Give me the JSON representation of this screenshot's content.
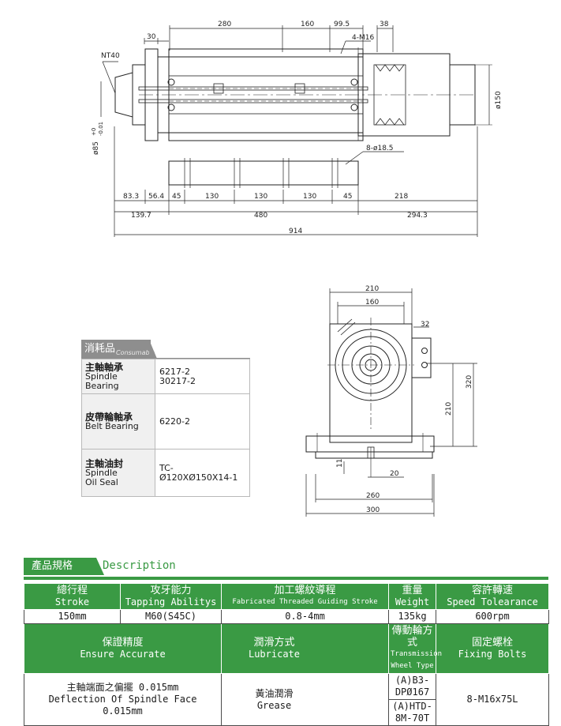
{
  "drawing_top": {
    "dims_top": [
      "280",
      "160",
      "99.5",
      "38",
      "30",
      "4-M16"
    ],
    "nt40": "NT40",
    "phi150": "ø150",
    "phi85": "ø85",
    "tol_plus": "+0",
    "tol_minus": "-0.01",
    "holes": "8-ø18.5",
    "dims_row1": [
      "83.3",
      "56.4",
      "45",
      "130",
      "130",
      "130",
      "45",
      "218"
    ],
    "dims_row2": [
      "139.7",
      "480",
      "294.3"
    ],
    "dims_row3": [
      "914"
    ]
  },
  "drawing_front": {
    "w210": "210",
    "w160": "160",
    "d32": "32",
    "h320": "320",
    "h210": "210",
    "d11": "11",
    "d20": "20",
    "w260": "260",
    "w300": "300"
  },
  "consumable": {
    "title_zh": "消耗品",
    "title_en": "Consumable",
    "rows": [
      {
        "zh": "主軸軸承",
        "en1": "Spindle",
        "en2": "Bearing",
        "val1": "6217-2",
        "val2": "30217-2"
      },
      {
        "zh": "皮帶輪軸承",
        "en1": "Belt Bearing",
        "en2": "",
        "val1": "6220-2",
        "val2": ""
      },
      {
        "zh": "主軸油封",
        "en1": "Spindle",
        "en2": "Oil Seal",
        "val1": "TC-Ø120XØ150X14-1",
        "val2": ""
      }
    ]
  },
  "description": {
    "tab_zh": "產品規格",
    "tab_en": "Description",
    "head1": [
      {
        "zh": "總行程",
        "en": "Stroke"
      },
      {
        "zh": "攻牙能力",
        "en": "Tapping Abilitys"
      },
      {
        "zh": "加工螺紋導程",
        "en": "Fabricated Threaded Guiding Stroke"
      },
      {
        "zh": "重量",
        "en": "Weight"
      },
      {
        "zh": "容許轉速",
        "en": "Speed Tolearance"
      }
    ],
    "row1": [
      "150mm",
      "M60(S45C)",
      "0.8-4mm",
      "135kg",
      "600rpm"
    ],
    "head2": [
      {
        "zh": "保證精度",
        "en": "Ensure Accurate"
      },
      {
        "zh": "潤滑方式",
        "en": "Lubricate"
      },
      {
        "zh": "傳動輪方式",
        "en": "Transmission Wheel Type"
      },
      {
        "zh": "固定螺栓",
        "en": "Fixing Bolts"
      }
    ],
    "row2": {
      "accuracy_zh": "主軸端面之偏擺 0.015mm",
      "accuracy_en": "Deflection Of Spindle Face 0.015mm",
      "lub_zh": "黃油潤滑",
      "lub_en": "Grease",
      "trans_a": "(A)B3-DPØ167",
      "trans_b": "(A)HTD-8M-70T",
      "bolts": "8-M16x75L"
    }
  }
}
